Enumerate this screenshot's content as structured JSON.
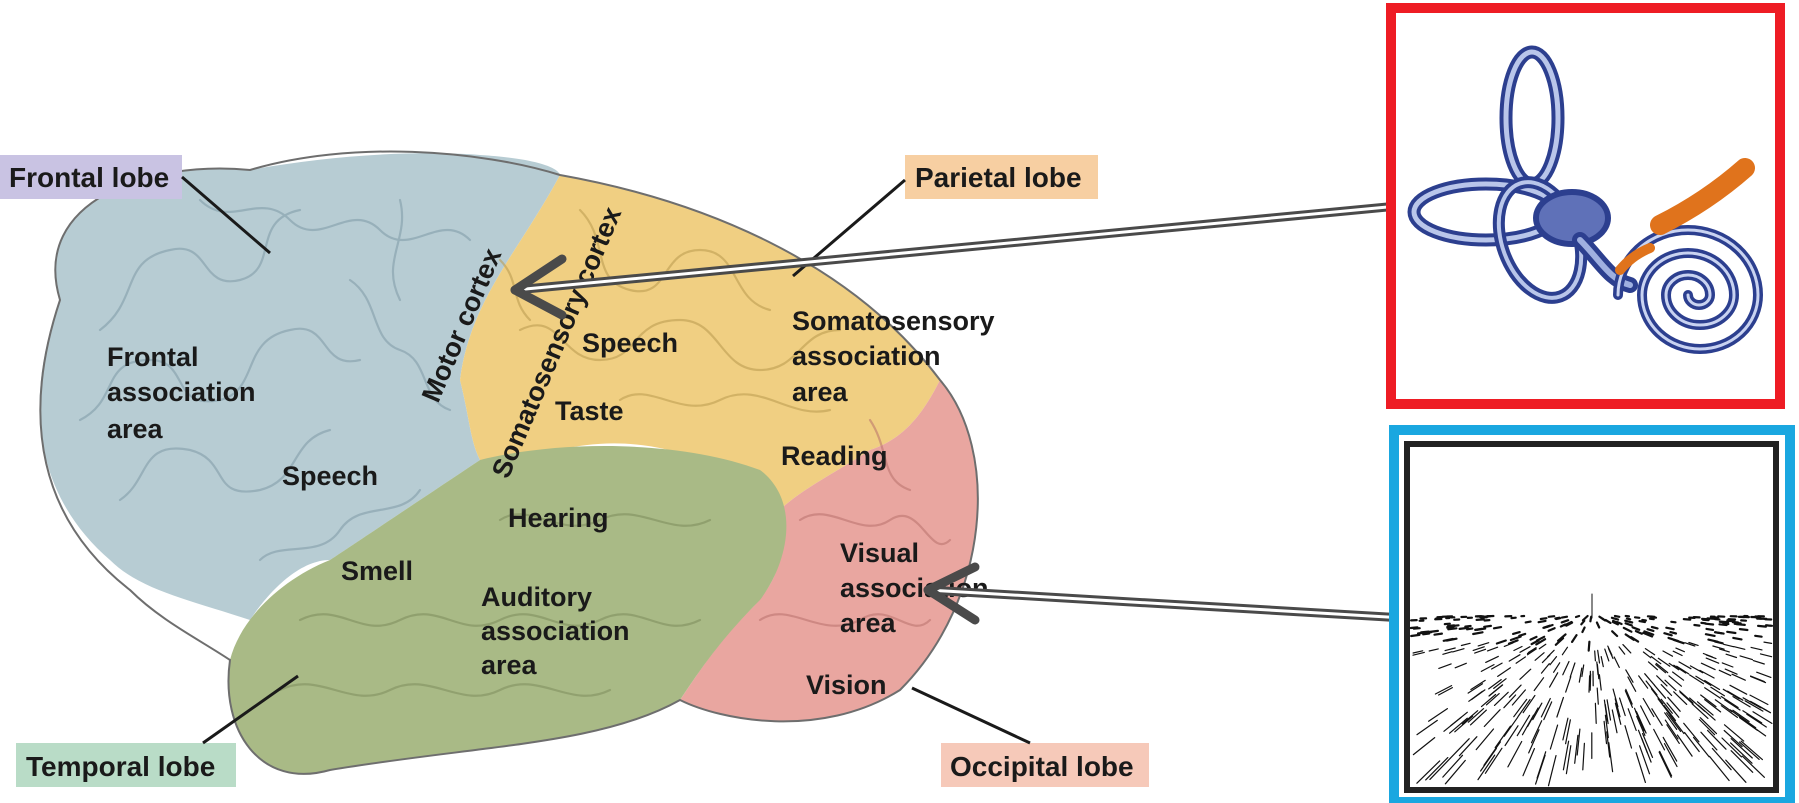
{
  "lobes": {
    "frontal": {
      "label": "Frontal lobe",
      "tag_color": "#c9c3e3"
    },
    "parietal": {
      "label": "Parietal lobe",
      "tag_color": "#f7cfa2"
    },
    "temporal": {
      "label": "Temporal lobe",
      "tag_color": "#b9dcc7"
    },
    "occipital": {
      "label": "Occipital lobe",
      "tag_color": "#f6c9b9"
    }
  },
  "regions": {
    "motor_cortex": "Motor cortex",
    "somatosensory_cortex": "Somatosensory cortex",
    "frontal_association": [
      "Frontal",
      "association",
      "area"
    ],
    "speech_frontal": "Speech",
    "speech_parietal": "Speech",
    "taste": "Taste",
    "somatosensory_association": [
      "Somatosensory",
      "association",
      "area"
    ],
    "reading": "Reading",
    "hearing": "Hearing",
    "smell": "Smell",
    "auditory_association": [
      "Auditory",
      "association",
      "area"
    ],
    "visual_association": [
      "Visual",
      "association",
      "area"
    ],
    "vision": "Vision"
  },
  "colors": {
    "frontal_fill": "#b7ccd3",
    "parietal_fill": "#f0cf82",
    "temporal_fill": "#a9ba86",
    "occipital_fill": "#e9a6a0",
    "ear_frame": "#ee1c24",
    "flow_frame": "#1aa7e0",
    "arrow": "#4a4a4a"
  },
  "insets": {
    "inner_ear": {
      "icon": "inner-ear-cochlea-icon"
    },
    "optic_flow": {
      "icon": "optic-flow-field-icon"
    }
  }
}
